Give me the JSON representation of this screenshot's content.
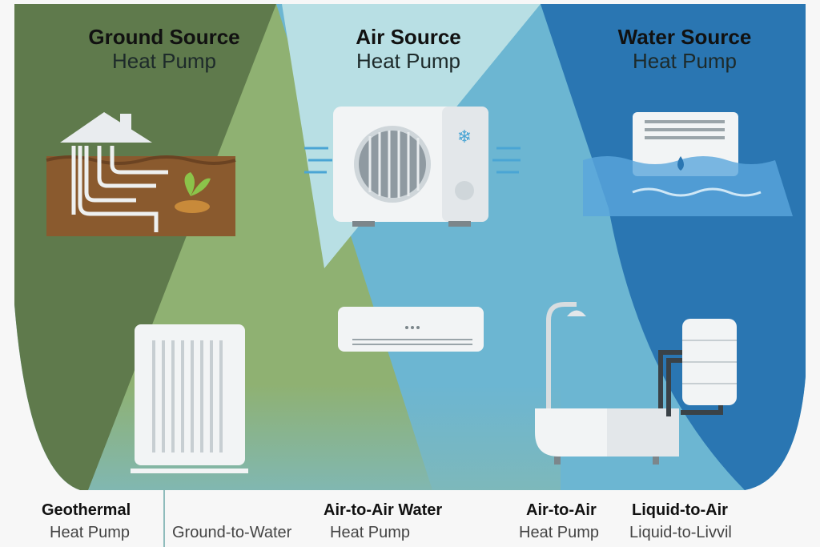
{
  "columns": [
    {
      "title": "Ground Source",
      "subtitle": "Heat Pump"
    },
    {
      "title": "Air Source",
      "subtitle": "Heat Pump"
    },
    {
      "title": "Water Source",
      "subtitle": "Heat Pump"
    }
  ],
  "bottom_labels": [
    {
      "title": "Geothermal",
      "subtitle": "Heat Pump"
    },
    {
      "title": "",
      "subtitle": "Ground-to-Water"
    },
    {
      "title": "Air-to-Air Water",
      "subtitle": "Heat Pump"
    },
    {
      "title": "Air-to-Air",
      "subtitle": "Heat Pump"
    },
    {
      "title": "Liquid-to-Air",
      "subtitle": "Liquid-to-Livvil"
    }
  ],
  "colors": {
    "ground": "#5f7a4c",
    "wedge": "#8fb172",
    "air_light": "#b8dfe4",
    "air_mid": "#6cb6d2",
    "water": "#2a76b2"
  }
}
